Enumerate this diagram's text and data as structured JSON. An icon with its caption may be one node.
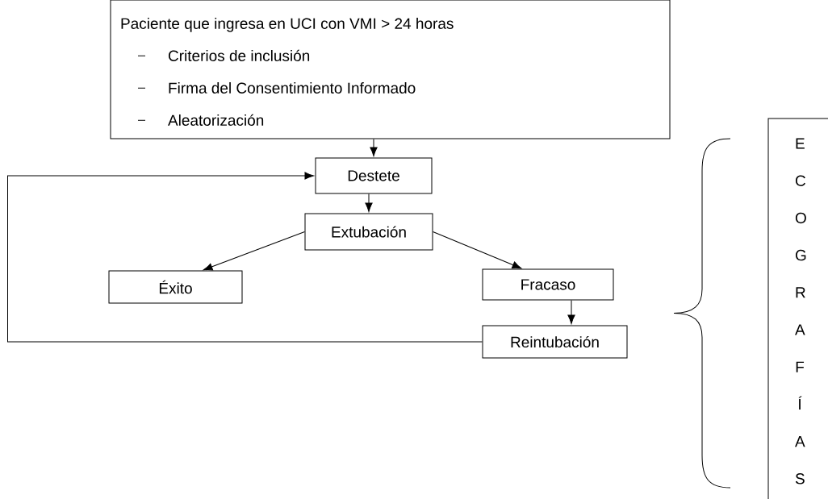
{
  "diagram": {
    "nodes": [
      {
        "text": [
          "Paciente que ingresa en UCI con VMI > 24 horas",
          "Criterios de inclusión",
          "Firma del Consentimiento Informado",
          "Aleatorización"
        ]
      },
      {
        "text": [
          "Destete"
        ]
      },
      {
        "text": [
          "Extubación"
        ]
      },
      {
        "text": [
          "Éxito"
        ]
      },
      {
        "text": [
          "Fracaso"
        ]
      },
      {
        "text": [
          "Reintubación"
        ]
      },
      {
        "text": [
          "E C O G R A F Í A S"
        ]
      }
    ],
    "edges": [
      {
        "from": 0,
        "to": 1,
        "arrow": "to"
      },
      {
        "from": 1,
        "to": 2,
        "arrow": "to"
      },
      {
        "from": 2,
        "to": 3,
        "arrow": "to"
      },
      {
        "from": 2,
        "to": 4,
        "arrow": "to"
      },
      {
        "from": 4,
        "to": 5,
        "arrow": "to"
      },
      {
        "from": 5,
        "to": 1,
        "arrow": "to"
      }
    ]
  }
}
